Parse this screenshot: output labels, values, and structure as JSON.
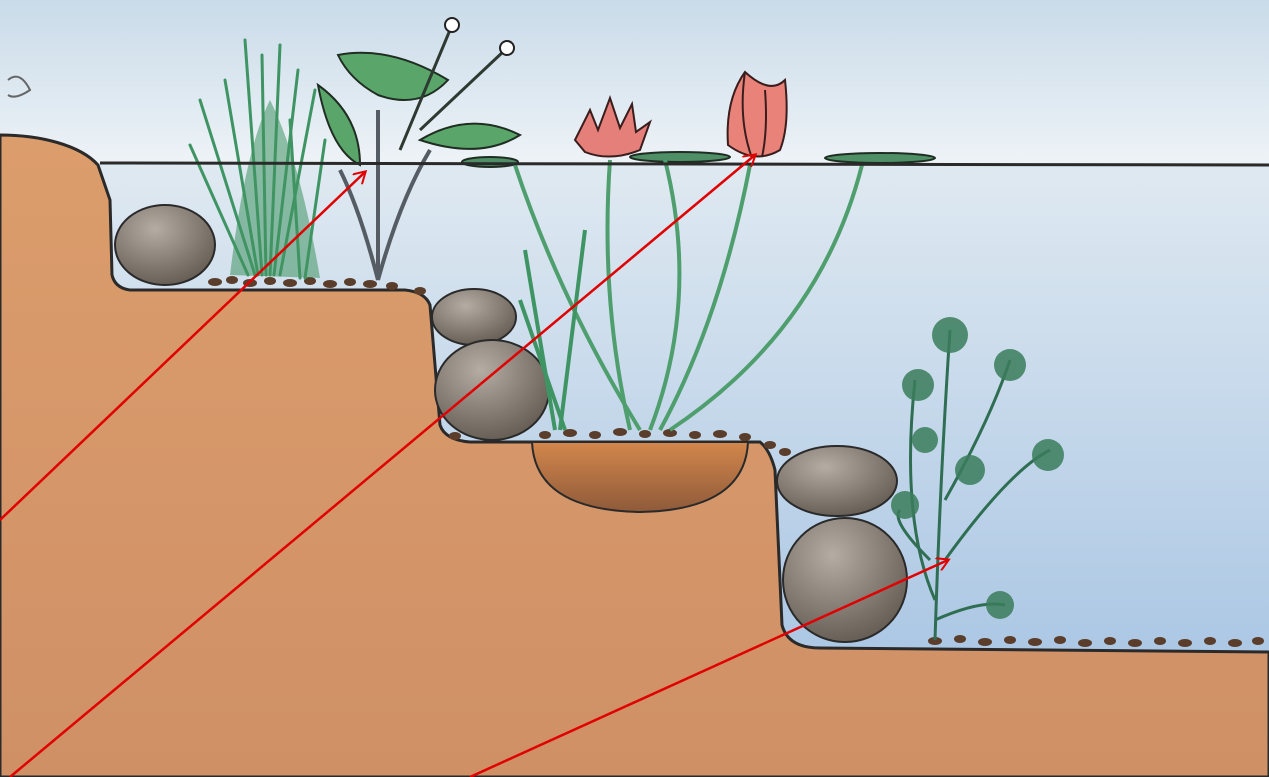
{
  "diagram": {
    "type": "pond-cross-section",
    "colors": {
      "sky": "#d9e6f0",
      "water": "#b9cfe4",
      "soil": "#d99a6a",
      "rock": "#6d6258",
      "plant": "#3f9463",
      "lily": "#e57f79",
      "pointer": "#e00000"
    },
    "parts": [
      "water-surface",
      "marginal-shelf",
      "middle-shelf",
      "deep-shelf",
      "rushes",
      "arrowhead-plant",
      "water-lily",
      "submerged-oxygenator",
      "rocks",
      "gravel",
      "planting-pocket"
    ],
    "pointers": 3
  }
}
